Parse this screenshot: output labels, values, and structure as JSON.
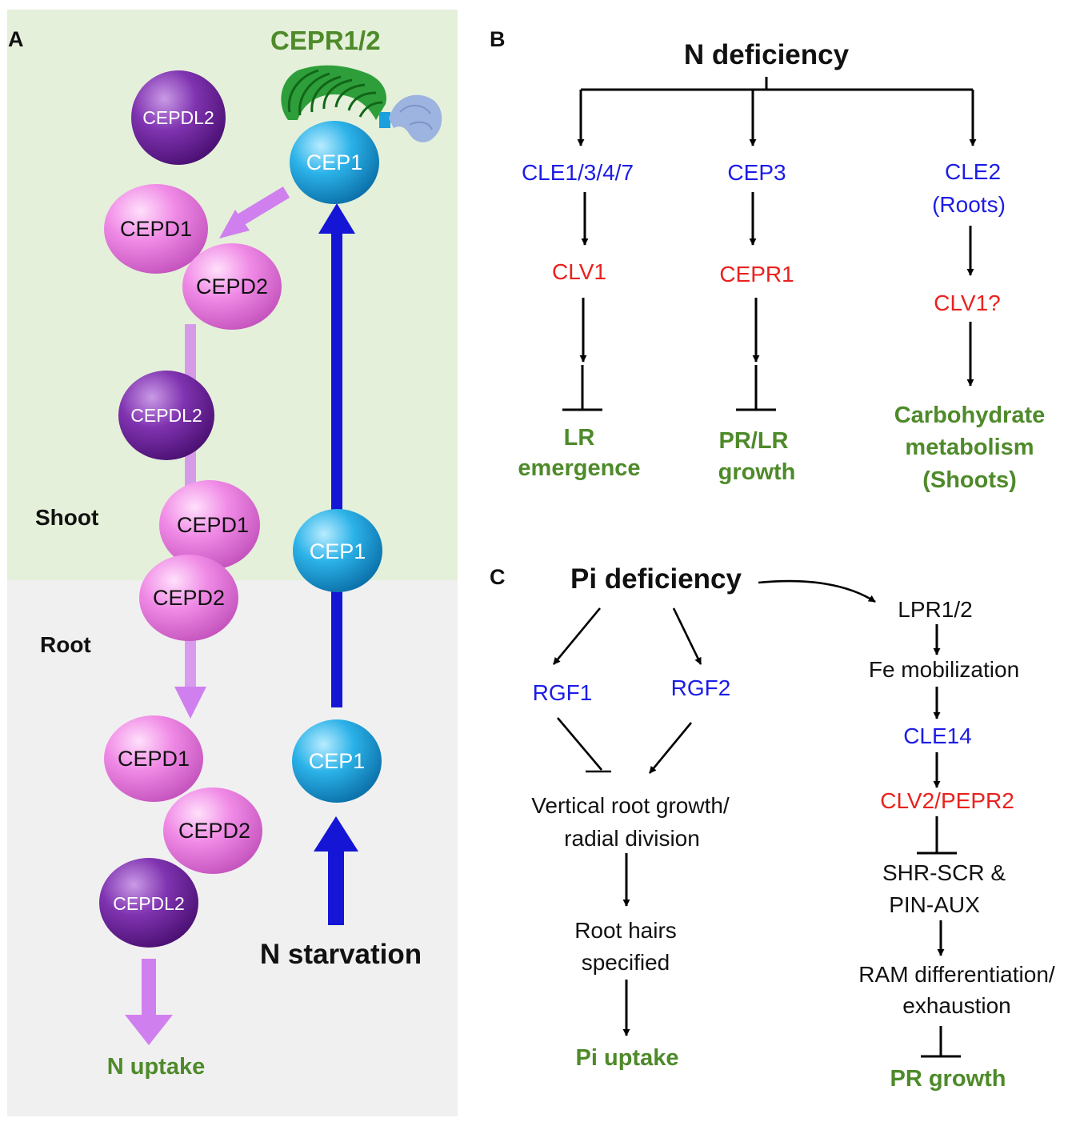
{
  "panel_a": {
    "label": "A",
    "receptor_label": "CEPR1/2",
    "shoot_label": "Shoot",
    "root_label": "Root",
    "bottom_left_label": "N uptake",
    "bottom_right_label": "N starvation",
    "molecules": {
      "cepdl2_top": "CEPDL2",
      "cep1_receptor": "CEP1",
      "cepd1_top": "CEPD1",
      "cepd2_top": "CEPD2",
      "cepdl2_mid": "CEPDL2",
      "cepd1_mid": "CEPD1",
      "cepd2_mid": "CEPD2",
      "cep1_mid": "CEP1",
      "cepd1_low": "CEPD1",
      "cep1_low": "CEP1",
      "cepd2_low": "CEPD2",
      "cepdl2_low": "CEPDL2"
    },
    "colors": {
      "shoot_bg": "#e4f0da",
      "root_bg": "#f0f0f0",
      "cep1": "#1aa0dc",
      "cepd": "#e97fe0",
      "cepdl2": "#7a2ea6",
      "blue_arrow": "#1515d6",
      "violet_arrow": "#d07fee",
      "green_text": "#4e8a2a"
    }
  },
  "panel_b": {
    "label": "B",
    "title": "N deficiency",
    "col1": {
      "peptide": "CLE1/3/4/7",
      "receptor": "CLV1",
      "outcome": [
        "LR",
        "emergence"
      ]
    },
    "col2": {
      "peptide": "CEP3",
      "receptor": "CEPR1",
      "outcome": [
        "PR/LR",
        "growth"
      ]
    },
    "col3": {
      "peptide": [
        "CLE2",
        "(Roots)"
      ],
      "receptor": "CLV1?",
      "outcome": [
        "Carbohydrate",
        "metabolism",
        "(Shoots)"
      ]
    }
  },
  "panel_c": {
    "label": "C",
    "title": "Pi deficiency",
    "rgf1": "RGF1",
    "rgf2": "RGF2",
    "root_growth": [
      "Vertical root growth/",
      "radial division"
    ],
    "root_hairs": [
      "Root hairs",
      "specified"
    ],
    "pi_uptake": "Pi uptake",
    "lpr": "LPR1/2",
    "fe": "Fe mobilization",
    "cle14": "CLE14",
    "clv2": "CLV2/PEPR2",
    "shr": [
      "SHR-SCR &",
      "PIN-AUX"
    ],
    "ram": [
      "RAM differentiation/",
      "exhaustion"
    ],
    "pr_growth": "PR growth"
  },
  "colors": {
    "peptide_blue": "#1c1ce6",
    "receptor_red": "#e8221e",
    "outcome_green": "#4e8a2a",
    "text": "#111111"
  }
}
